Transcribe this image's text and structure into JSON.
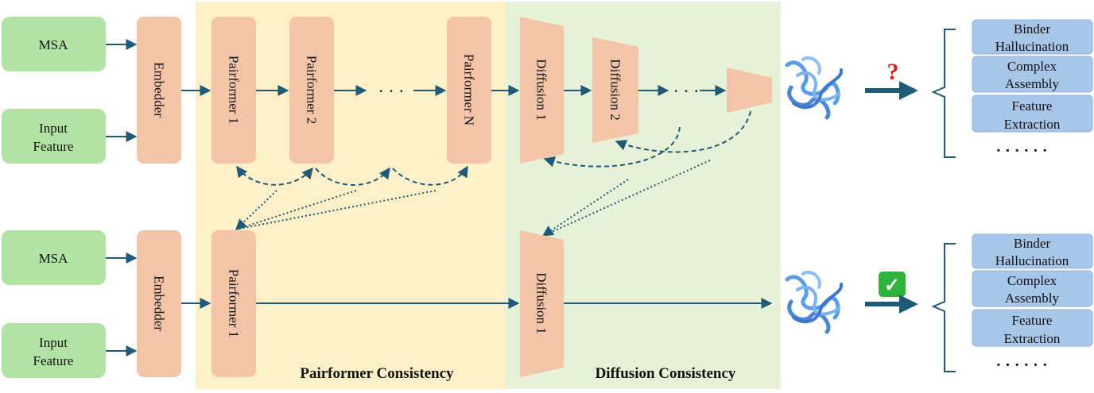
{
  "colors": {
    "input_fill": "#b3e3a4",
    "module_fill": "#f4c4a8",
    "app_fill": "#a8c6e8",
    "app_stroke": "#8fb1db",
    "arrow": "#1f5a78",
    "pairformer_region": "#fdefc8",
    "diffusion_region": "#e6f1d8",
    "question_mark": "#d42020",
    "check_fill": "#2fb33a"
  },
  "top_row": {
    "inputs": {
      "msa": "MSA",
      "feature_line1": "Input",
      "feature_line2": "Feature"
    },
    "embedder": "Embedder",
    "pairformers": [
      "Pairformer 1",
      "Pairformer 2",
      "Pairformer N"
    ],
    "pairformer_ellipsis": "· · ·",
    "diffusions": [
      "Diffusion 1",
      "Diffusion 2"
    ],
    "diffusion_ellipsis": "· · ·",
    "result_mark": "?",
    "applications": [
      {
        "line1": "Binder",
        "line2": "Hallucination"
      },
      {
        "line1": "Complex",
        "line2": "Assembly"
      },
      {
        "line1": "Feature",
        "line2": "Extraction"
      }
    ],
    "more": "· · · · · ·"
  },
  "bottom_row": {
    "inputs": {
      "msa": "MSA",
      "feature_line1": "Input",
      "feature_line2": "Feature"
    },
    "embedder": "Embedder",
    "pairformer": "Pairformer 1",
    "diffusion": "Diffusion 1",
    "result_mark": "✓",
    "applications": [
      {
        "line1": "Binder",
        "line2": "Hallucination"
      },
      {
        "line1": "Complex",
        "line2": "Assembly"
      },
      {
        "line1": "Feature",
        "line2": "Extraction"
      }
    ],
    "more": "· · · · · ·"
  },
  "regions": {
    "pairformer_label": "Pairformer Consistency",
    "diffusion_label": "Diffusion Consistency"
  },
  "icons": [
    "protein-structure-icon",
    "question-mark-icon",
    "checkmark-icon"
  ]
}
